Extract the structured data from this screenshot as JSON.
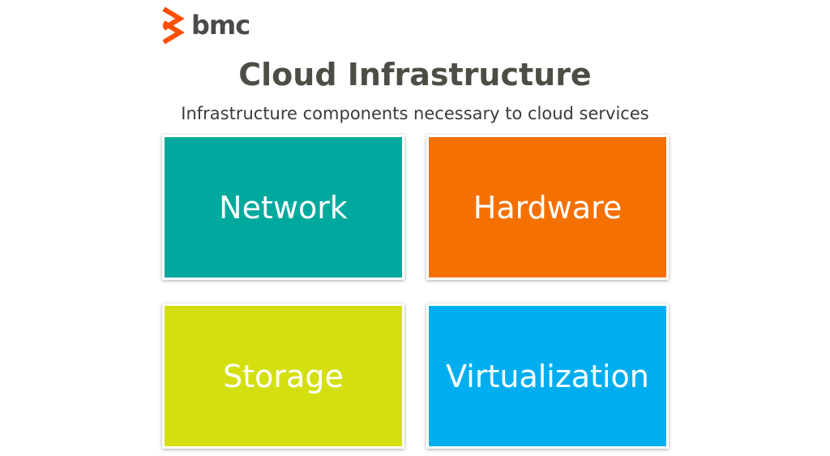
{
  "logo": {
    "text": "bmc",
    "icon": "bmc-chevron-logo-icon",
    "icon_color": "#fe5000"
  },
  "title": "Cloud Infrastructure",
  "subtitle": "Infrastructure components necessary to cloud services",
  "tiles": [
    {
      "label": "Network",
      "color": "#00a99d"
    },
    {
      "label": "Hardware",
      "color": "#f47000"
    },
    {
      "label": "Storage",
      "color": "#d4df10"
    },
    {
      "label": "Virtualization",
      "color": "#00aeef"
    }
  ]
}
